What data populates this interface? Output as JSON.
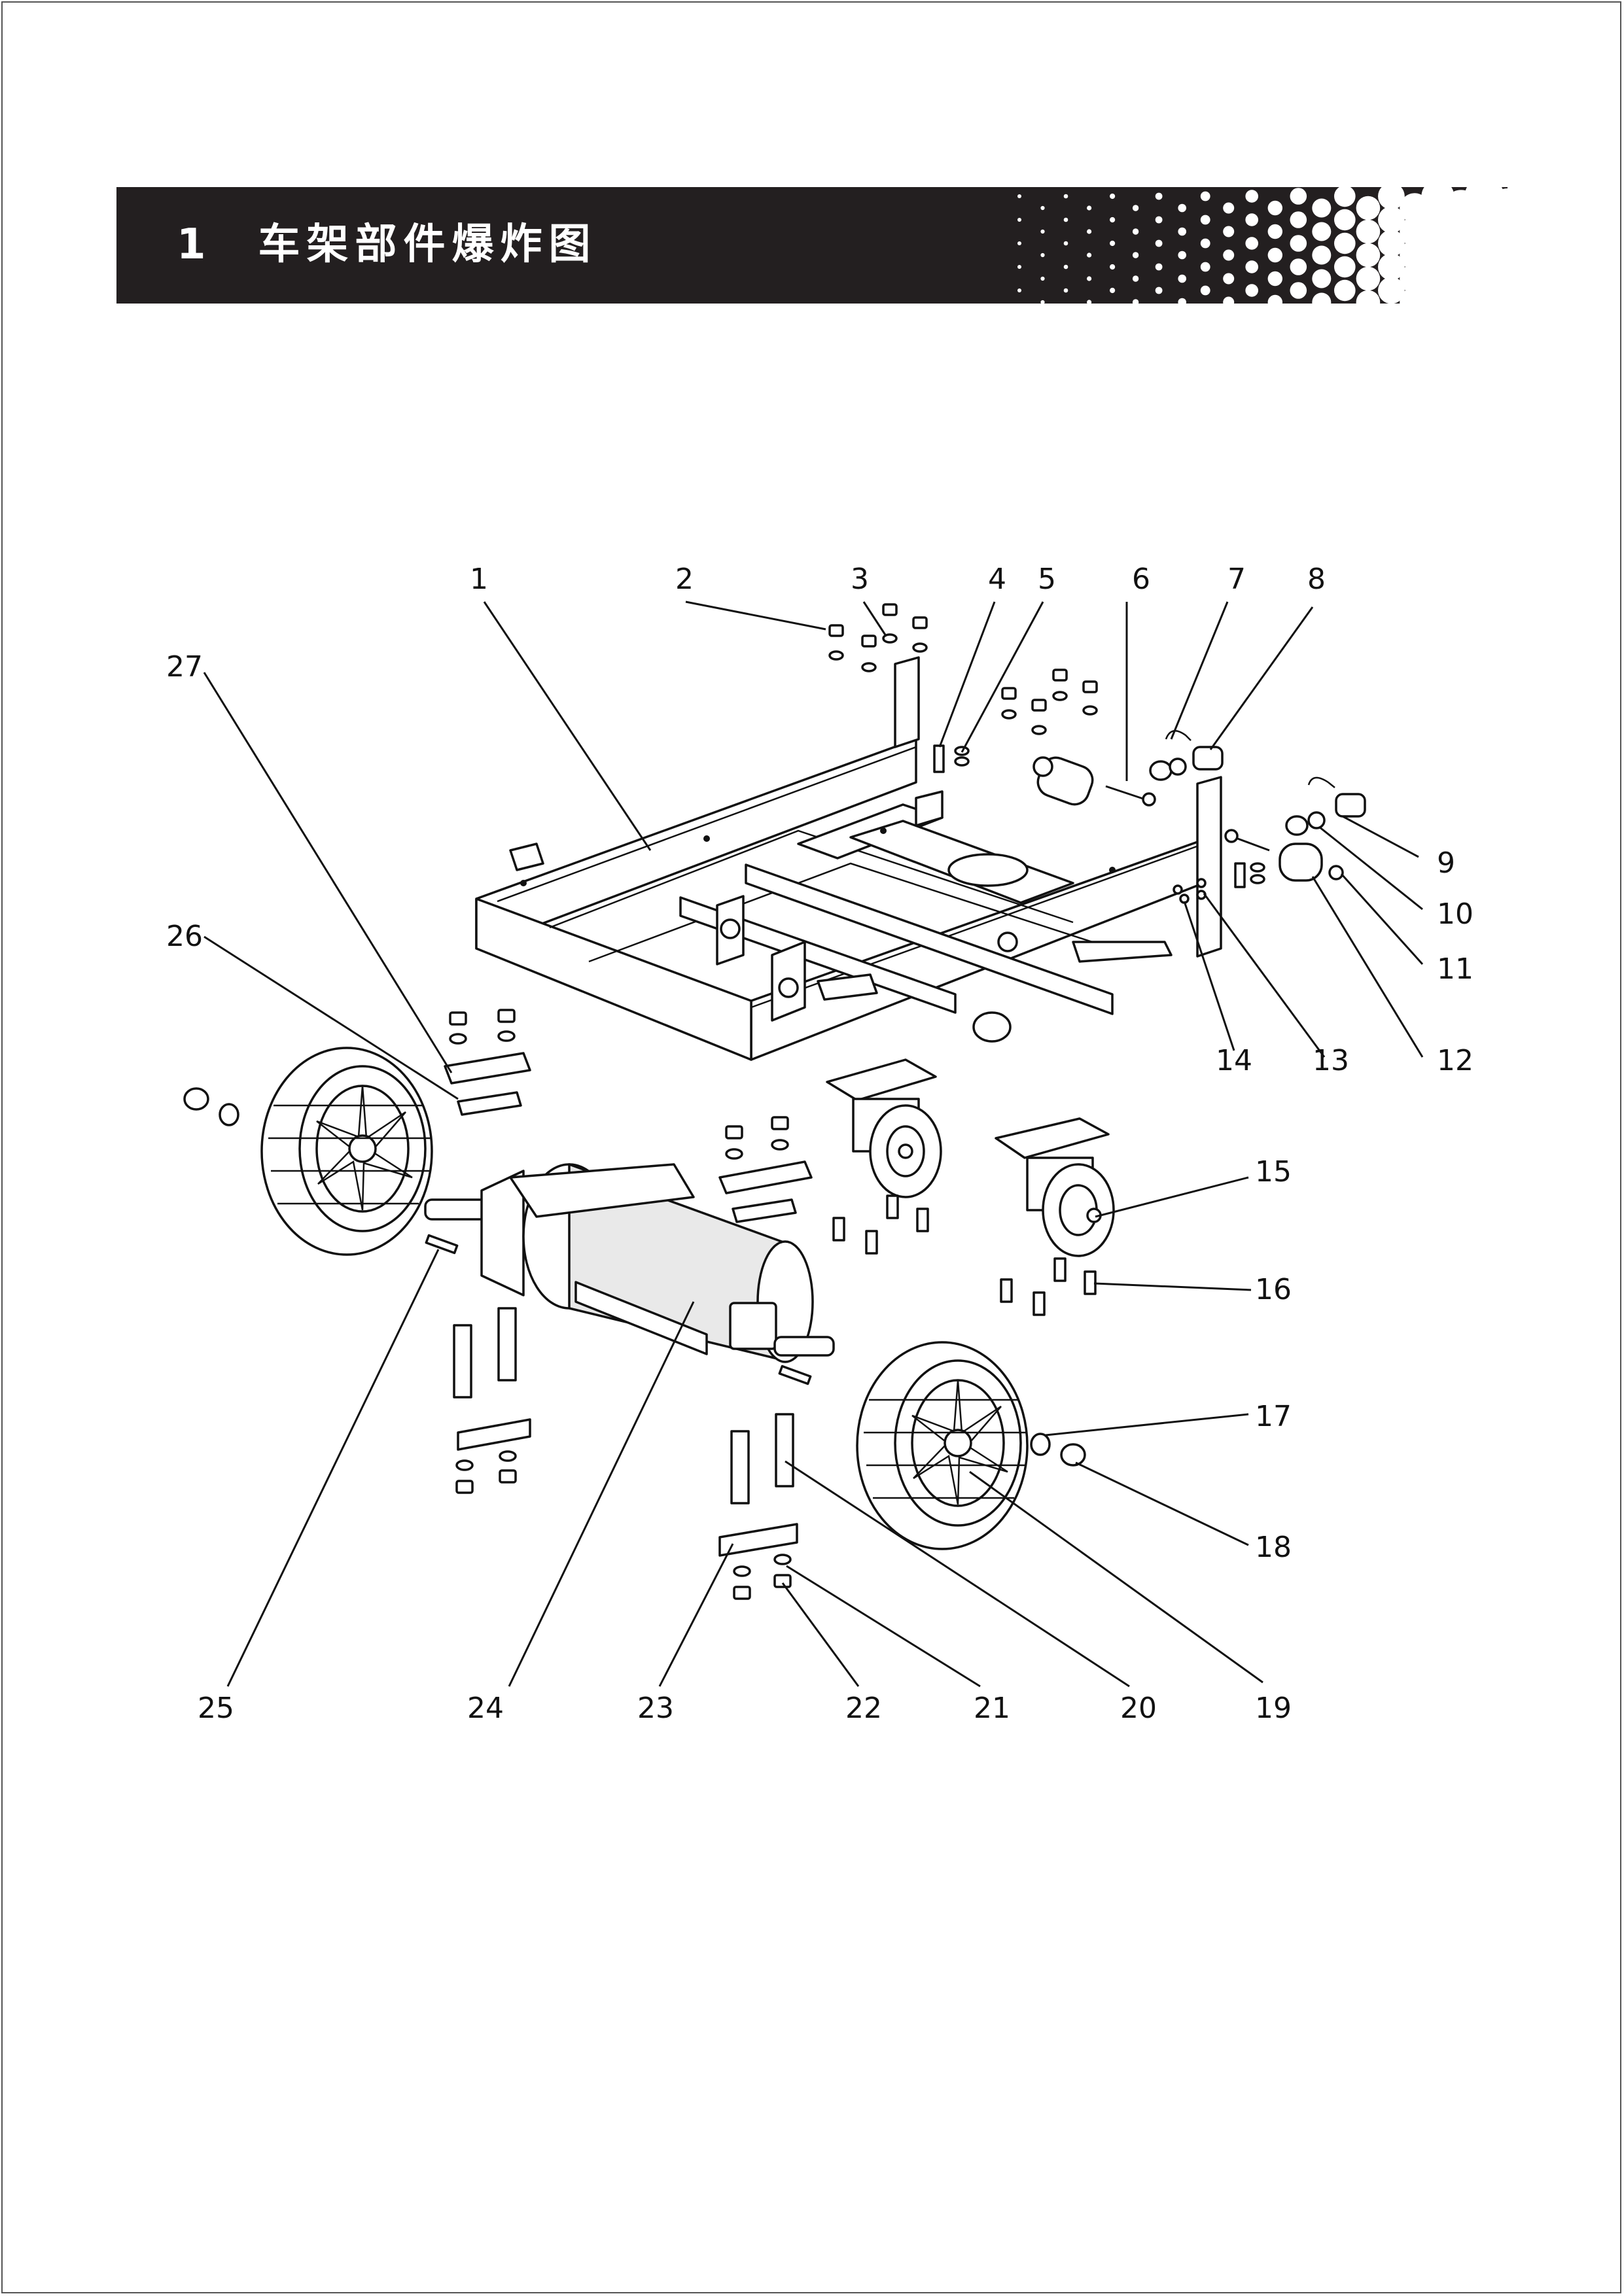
{
  "header": {
    "section_number": "1",
    "title": "车架部件爆炸图",
    "band_color": "#231f20",
    "title_color": "#ffffff"
  },
  "diagram": {
    "callouts": [
      {
        "n": "1"
      },
      {
        "n": "2"
      },
      {
        "n": "3"
      },
      {
        "n": "4"
      },
      {
        "n": "5"
      },
      {
        "n": "6"
      },
      {
        "n": "7"
      },
      {
        "n": "8"
      },
      {
        "n": "9"
      },
      {
        "n": "10"
      },
      {
        "n": "11"
      },
      {
        "n": "12"
      },
      {
        "n": "13"
      },
      {
        "n": "14"
      },
      {
        "n": "15"
      },
      {
        "n": "16"
      },
      {
        "n": "17"
      },
      {
        "n": "18"
      },
      {
        "n": "19"
      },
      {
        "n": "20"
      },
      {
        "n": "21"
      },
      {
        "n": "22"
      },
      {
        "n": "23"
      },
      {
        "n": "24"
      },
      {
        "n": "25"
      },
      {
        "n": "26"
      },
      {
        "n": "27"
      }
    ]
  }
}
